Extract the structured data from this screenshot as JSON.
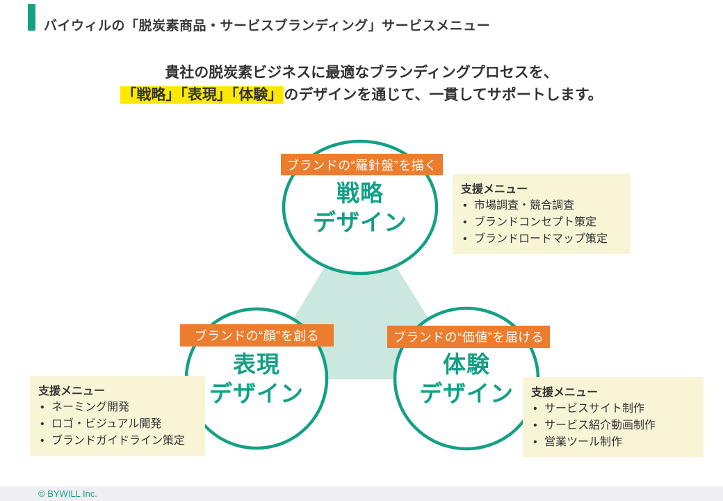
{
  "slide": {
    "title": "バイウィルの「脱炭素商品・サービスブランディング」サービスメニュー",
    "subtitle": {
      "line1": "貴社の脱炭素ビジネスに最適なブランディングプロセスを、",
      "highlight": "「戦略」「表現」「体験」",
      "rest": "のデザインを通じて、一貫してサポートします。"
    },
    "footer": "© BYWILL Inc."
  },
  "colors": {
    "teal": "#13a085",
    "orange": "#ec7c2e",
    "triangle_fill": "#cae7e0",
    "highlight_yellow": "#ffe800",
    "note_bg": "#f8f5d7",
    "footer_bg": "#efeef3"
  },
  "diagram": {
    "nodes": [
      {
        "tag": "ブランドの“羅針盤”を描く",
        "label": "戦略\nデザイン"
      },
      {
        "tag": "ブランドの“顔”を創る",
        "label": "表現\nデザイン"
      },
      {
        "tag": "ブランドの“価値”を届ける",
        "label": "体験\nデザイン"
      }
    ],
    "support_boxes": [
      {
        "heading": "支援メニュー",
        "items": [
          "市場調査・競合調査",
          "ブランドコンセプト策定",
          "ブランドロードマップ策定"
        ]
      },
      {
        "heading": "支援メニュー",
        "items": [
          "ネーミング開発",
          "ロゴ・ビジュアル開発",
          "ブランドガイドライン策定"
        ]
      },
      {
        "heading": "支援メニュー",
        "items": [
          "サービスサイト制作",
          "サービス紹介動画制作",
          "営業ツール制作"
        ]
      }
    ]
  }
}
